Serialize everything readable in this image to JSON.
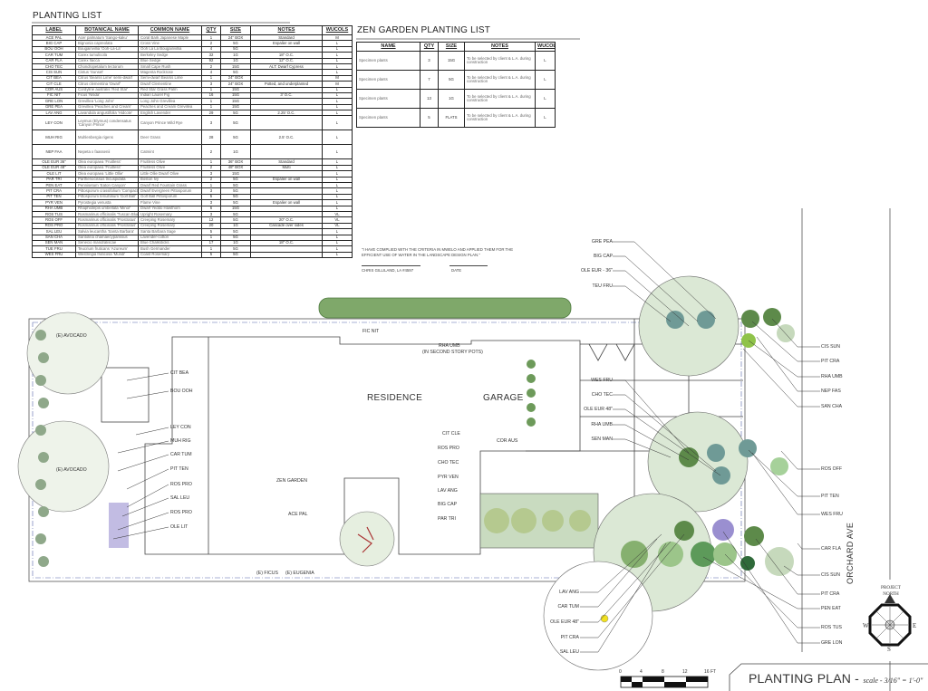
{
  "planting_list": {
    "title": "PLANTING LIST",
    "headers": [
      "LABEL",
      "BOTANICAL NAME",
      "COMMON NAME",
      "QTY",
      "SIZE",
      "NOTES",
      "WUCOLS"
    ],
    "rows": [
      [
        "ACE PAL",
        "Acer palmatum 'Sango-kaku'",
        "Coral Bark Japanese Maple",
        "1",
        "24\" BOX",
        "Standard",
        "M"
      ],
      [
        "BIG CAP",
        "Bignonia capreolata",
        "Cross Vine",
        "2",
        "5G",
        "Espalier on wall",
        "L"
      ],
      [
        "BOU OOH",
        "Bougainvillia 'Ooh-La-La'",
        "Ooh La La Bougainvillia",
        "4",
        "5G",
        "",
        "L"
      ],
      [
        "CAR TUM",
        "Carex tumulicola",
        "Berkeley Sedge",
        "32",
        "1G",
        "18\" O.C.",
        "L"
      ],
      [
        "CAR FLA",
        "Carex flacca",
        "Blue Sedge",
        "92",
        "1G",
        "12\" O.C.",
        "L"
      ],
      [
        "CHO TEC",
        "Chondropetalum tectorum",
        "Small Cape Rush",
        "2",
        "15G",
        "ALT: Dwarf Cypress",
        "L"
      ],
      [
        "CIS SUN",
        "Cistus 'Sunset'",
        "Magenta Rockrose",
        "4",
        "5G",
        "",
        "L"
      ],
      [
        "CIT BEA",
        "Citrus 'Bearss Lime' semi-dwarf",
        "Semi-dwarf Bearss Lime",
        "1",
        "24\" BOX",
        "",
        "M"
      ],
      [
        "CIT CLE",
        "Citrus clementina 'Dwarf'",
        "Dwarf Clementine",
        "3",
        "24\" BOX",
        "Potted, and underplanted",
        "M"
      ],
      [
        "COR AUS",
        "Cordyline australis 'Red Star'",
        "Red Star Grass Palm",
        "1",
        "15G",
        "",
        "L"
      ],
      [
        "FIC NIT",
        "Ficus 'Nitida'",
        "Indian Laurel Fig",
        "16",
        "15G",
        "3' O.C.",
        "L"
      ],
      [
        "GRE LON",
        "Grevillea 'Long John'",
        "Long John Grevillea",
        "1",
        "15G",
        "",
        "L"
      ],
      [
        "GRE PEA",
        "Grevillea 'Peaches and Cream'",
        "Peaches and Cream Grevillea",
        "1",
        "15G",
        "",
        "L"
      ],
      [
        "LAV ANG",
        "Lavandula angustifolia 'Hidcote'",
        "English Lavender",
        "29",
        "5G",
        "2.25' O.C.",
        "L"
      ],
      [
        "LEY CON",
        "Leymus (Elymus) condensatus 'Canyon Prince'",
        "Canyon Prince Wild Rye",
        "3",
        "5G",
        "",
        "L"
      ],
      [
        "MUH RIG",
        "Muhlenbergia rigens",
        "Deer Grass",
        "28",
        "5G",
        "2.5' O.C.",
        "L"
      ],
      [
        "NEP FAA",
        "Nepeta x faassenii",
        "Catmint",
        "2",
        "1G",
        "",
        "L"
      ],
      [
        "OLE EUR 36\"",
        "Olea europaea 'Fruitless'",
        "Fruitless Olive",
        "1",
        "36\" BOX",
        "Standard",
        "L"
      ],
      [
        "OLE EUR 48\"",
        "Olea europaea 'Fruitless'",
        "Fruitless Olive",
        "2",
        "48\" BOX",
        "Multi",
        "L"
      ],
      [
        "OLE LIT",
        "Olea europaea 'Little Ollie'",
        "Little Ollie Dwarf Olive",
        "3",
        "15G",
        "",
        "L"
      ],
      [
        "PAR TRI",
        "Parthenocissus tricuspidata",
        "Boston Ivy",
        "2",
        "5G",
        "Espalier on wall",
        "L"
      ],
      [
        "PEN EAT",
        "Pennisetum 'Eaton Canyon'",
        "Dwarf Red Fountain Grass",
        "1",
        "5G",
        "",
        "L"
      ],
      [
        "PIT CRA",
        "Pittosporum crassifolium 'Compacta'",
        "Dwarf Evergreen Pittosporum",
        "3",
        "5G",
        "",
        "L"
      ],
      [
        "PIT TEN",
        "Pittosporum tenuifolium 'Golf Ball'",
        "Golf Ball Pittosporum",
        "5",
        "5G",
        "",
        "L"
      ],
      [
        "PYR VEN",
        "Pyrostegia venusta",
        "Flame Vine",
        "3",
        "5G",
        "Espalier on wall",
        "L"
      ],
      [
        "RHA UMB",
        "Rhaphiolepis umbellata 'Minor'",
        "Dwarf Yeddo Hawthorn",
        "6",
        "15G",
        "",
        "L"
      ],
      [
        "ROS TUS",
        "Rosmarinus officinalis 'Tuscan Blue'",
        "Upright Rosemary",
        "3",
        "5G",
        "",
        "VL"
      ],
      [
        "ROS OFF",
        "Rosmarinus officinalis 'Prostratus'",
        "Creeping Rosemary",
        "12",
        "5G",
        "20\" O.C.",
        "VL"
      ],
      [
        "ROS PRO",
        "Rosmarinus officinalis 'Prostratus'",
        "Creeping Rosemary",
        "20",
        "1G",
        "Cascade over sides",
        "VL"
      ],
      [
        "SAL LEU",
        "Salvia leucantha 'Santa Barbara'",
        "Santa Barbara Sage",
        "5",
        "5G",
        "",
        "L"
      ],
      [
        "SAN CHA",
        "Santolina chamaecyparissus",
        "Lavender-cotton",
        "1",
        "5G",
        "",
        "L"
      ],
      [
        "SEN MAN",
        "Senecio mandraliscae",
        "Blue Chalksticks",
        "17",
        "1G",
        "18\" O.C.",
        "L"
      ],
      [
        "TUE FRU",
        "Teucrium fruticans 'Azureum'",
        "Bush Germander",
        "1",
        "5G",
        "",
        "L"
      ],
      [
        "WES FRU",
        "Westringia fruticosa 'Mundi'",
        "Coast Rosemary",
        "5",
        "5G",
        "",
        "L"
      ]
    ]
  },
  "zen_list": {
    "title": "ZEN GARDEN PLANTING LIST",
    "headers": [
      "NAME",
      "QTY",
      "SIZE",
      "NOTES",
      "WUCOLS"
    ],
    "rows": [
      [
        "Specimen plants",
        "3",
        "15G",
        "To be selected by client & L.A. during construction",
        "L"
      ],
      [
        "Specimen plants",
        "7",
        "5G",
        "To be selected by client & L.A. during construction",
        "L"
      ],
      [
        "Specimen plants",
        "13",
        "1G",
        "To be selected by client & L.A. during construction",
        "L"
      ],
      [
        "Specimen plants",
        "5",
        "FLATS",
        "To be selected by client & L.A. during construction",
        "L"
      ]
    ]
  },
  "certification": {
    "statement": "\"I HAVE COMPLIED WITH THE CRITERIA IN MWELO AND APPLIED THEM FOR THE EFFICIENT USE OF WATER IN THE LANDSCAPE DESIGN PLAN.\"",
    "signer": "CHRIS GILLILAND, LA #4597",
    "date_label": "DATE"
  },
  "plan": {
    "residence": "RESIDENCE",
    "garage": "GARAGE",
    "street": "ORCHARD AVE",
    "labels": [
      "(E) AVOCADO",
      "(E) AVOCADO",
      "CIT BEA",
      "BOU OOH",
      "LEY CON",
      "MUH RIG",
      "CAR TUM",
      "PIT TEN",
      "ROS PRO",
      "SAL LEU",
      "ROS PRO",
      "OLE LIT",
      "ZEN GARDEN",
      "ACE PAL",
      "FIC NIT",
      "RHA UMB",
      "(IN SECOND STORY POTS)",
      "CIT CLE",
      "ROS PRO",
      "CHO TEC",
      "PYR VEN",
      "LAV ANG",
      "BIG CAP",
      "PAR TRI",
      "COR AUS",
      "(E) FICUS",
      "(E) EUGENIA",
      "GRE PEA",
      "BIG CAP",
      "OLE EUR - 36\"",
      "TEU FRU",
      "WES FRU",
      "CHO TEC",
      "OLE EUR 48\"",
      "RHA UMB",
      "SEN MAN",
      "LAV ANG",
      "CAR TUM",
      "OLE EUR 48\"",
      "PIT CRA",
      "SAL LEU",
      "CIS SUN",
      "PIT CRA",
      "RHA UMB",
      "NEP FAS",
      "SAN CHA",
      "ROS OFF",
      "PIT TEN",
      "WES FRU",
      "CAR FLA",
      "CIS SUN",
      "PIT CRA",
      "PEN EAT",
      "ROS TUS",
      "GRE LON"
    ]
  },
  "compass": {
    "label": "PROJECT NORTH",
    "w": "W",
    "e": "E",
    "s": "S"
  },
  "scale_bar": {
    "ticks": [
      "0",
      "4",
      "8",
      "12",
      "16 FT"
    ]
  },
  "title_block": {
    "title": "PLANTING PLAN -",
    "scale": "scale - 3/16\" = 1'-0\""
  },
  "colors": {
    "hedge": "#7fa86a",
    "tree_fill": "#dbe8d5",
    "dark_green": "#5d8a4a",
    "teal": "#6f9a96",
    "lavender": "#9a8fd0"
  }
}
